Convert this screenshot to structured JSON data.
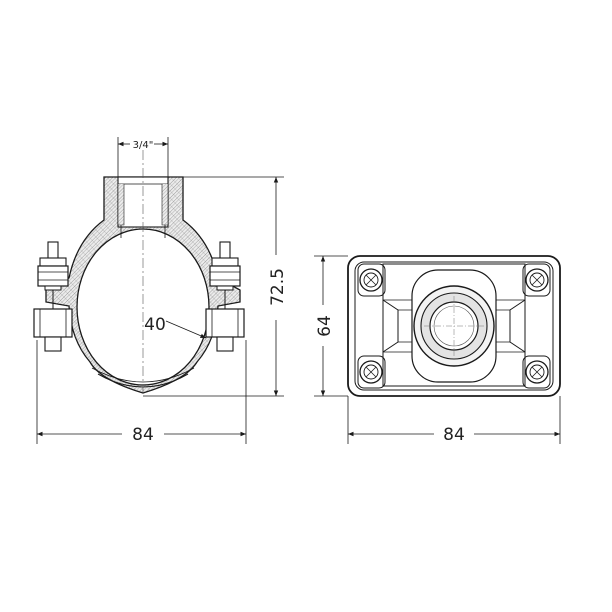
{
  "dimensions": {
    "thread_size": "3/4\"",
    "height": "72.5",
    "pipe_diameter": "40",
    "side_width": "84",
    "top_height": "64",
    "top_width": "84"
  },
  "colors": {
    "line": "#1a1a1a",
    "hatch": "#666666",
    "fill_light": "#e6e6e6"
  }
}
